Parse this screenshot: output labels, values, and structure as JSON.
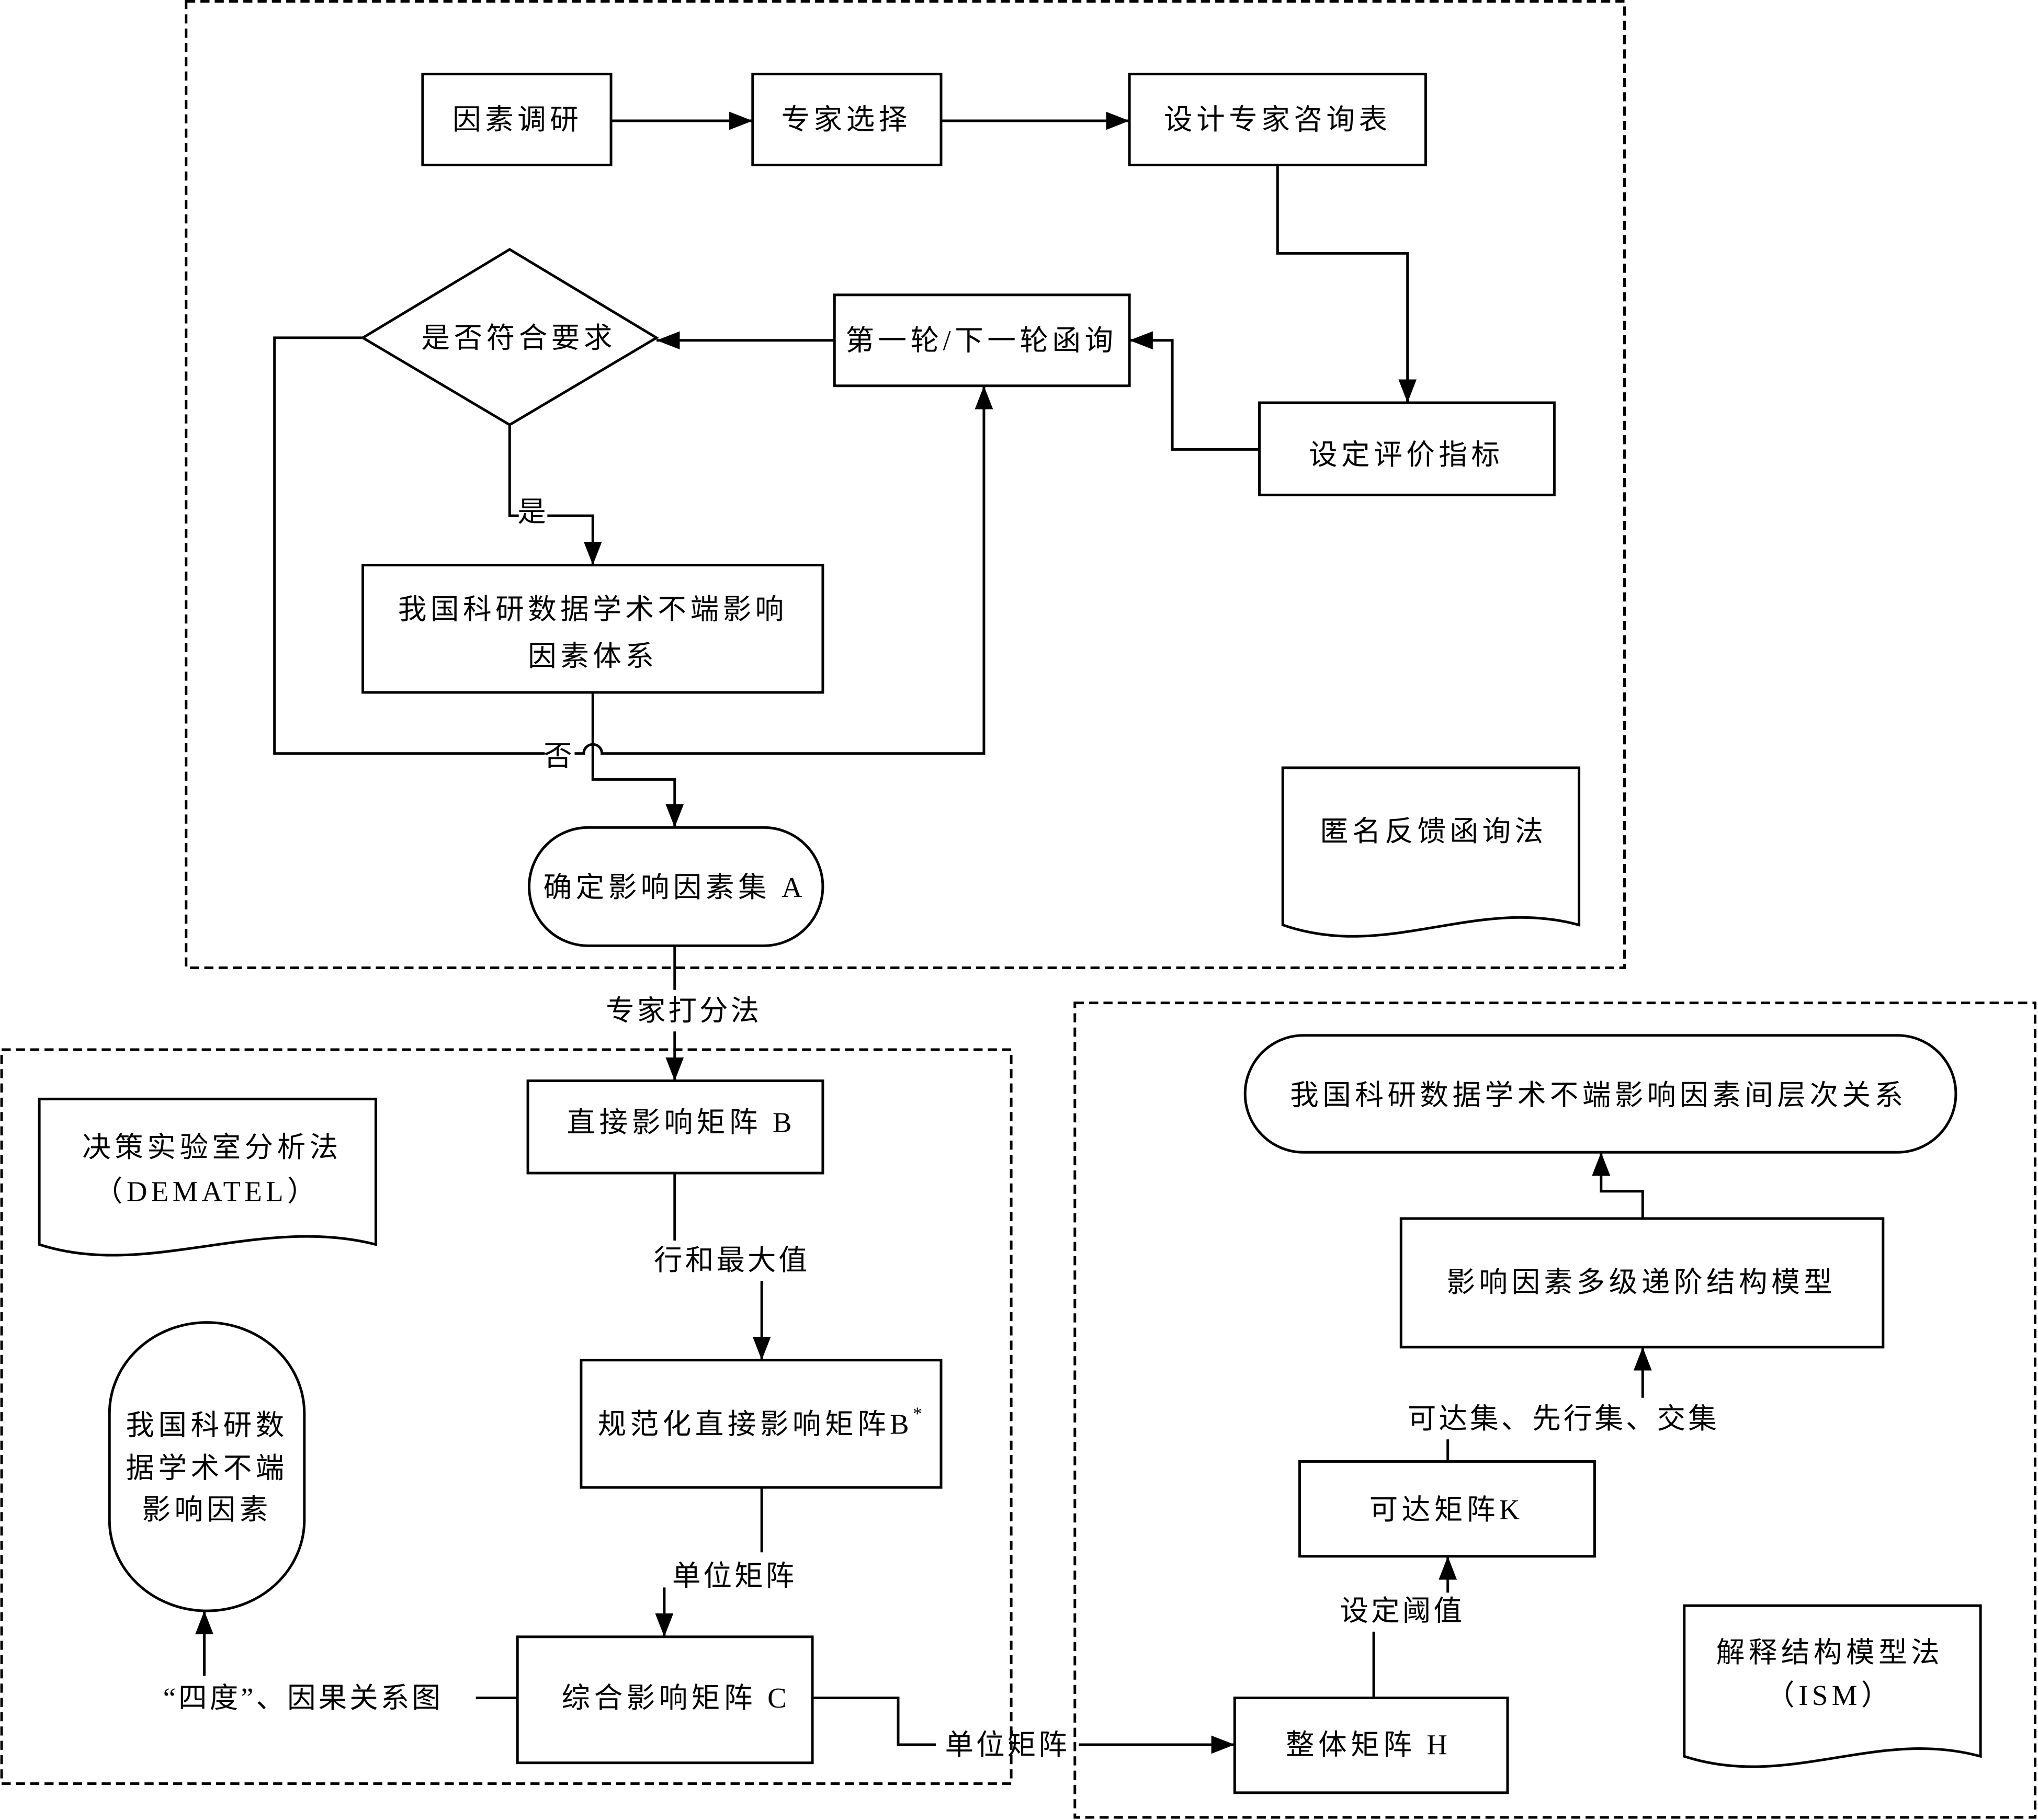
{
  "colors": {
    "line": "#000000",
    "fill": "#ffffff"
  },
  "sections": {
    "delphi": {
      "label": "匿名反馈函询法"
    },
    "dematel": {
      "line1": "决策实验室分析法",
      "line2": "（DEMATEL）"
    },
    "ism": {
      "line1": "解释结构模型法",
      "line2": "（ISM）"
    }
  },
  "nodes": {
    "factor_survey": "因素调研",
    "expert_selection": "专家选择",
    "design_form": "设计专家咨询表",
    "set_indicators": "设定评价指标",
    "round_inquiry": "第一轮/下一轮函询",
    "decision": "是否符合要求",
    "factor_system": [
      "我国科研数据学术不端影响",
      "因素体系"
    ],
    "factor_set": "确定影响因素集 A",
    "matrix_b": "直接影响矩阵 B",
    "matrix_b_norm": {
      "label": "规范化直接影响矩阵B",
      "sup": "*"
    },
    "matrix_c": "综合影响矩阵 C",
    "factors_result": [
      "我国科研数",
      "据学术不端",
      "影响因素"
    ],
    "matrix_h": "整体矩阵 H",
    "matrix_k": "可达矩阵K",
    "hierarchy_model": "影响因素多级递阶结构模型",
    "hierarchy_relation": "我国科研数据学术不端影响因素间层次关系"
  },
  "edge_labels": {
    "yes": "是",
    "no": "否",
    "expert_scoring": "专家打分法",
    "row_sum_max": "行和最大值",
    "identity_matrix_1": "单位矩阵",
    "four_degrees": "“四度”、因果关系图",
    "identity_matrix_2": "单位矩阵",
    "set_threshold": "设定阈值",
    "reachability_sets": "可达集、先行集、交集"
  }
}
